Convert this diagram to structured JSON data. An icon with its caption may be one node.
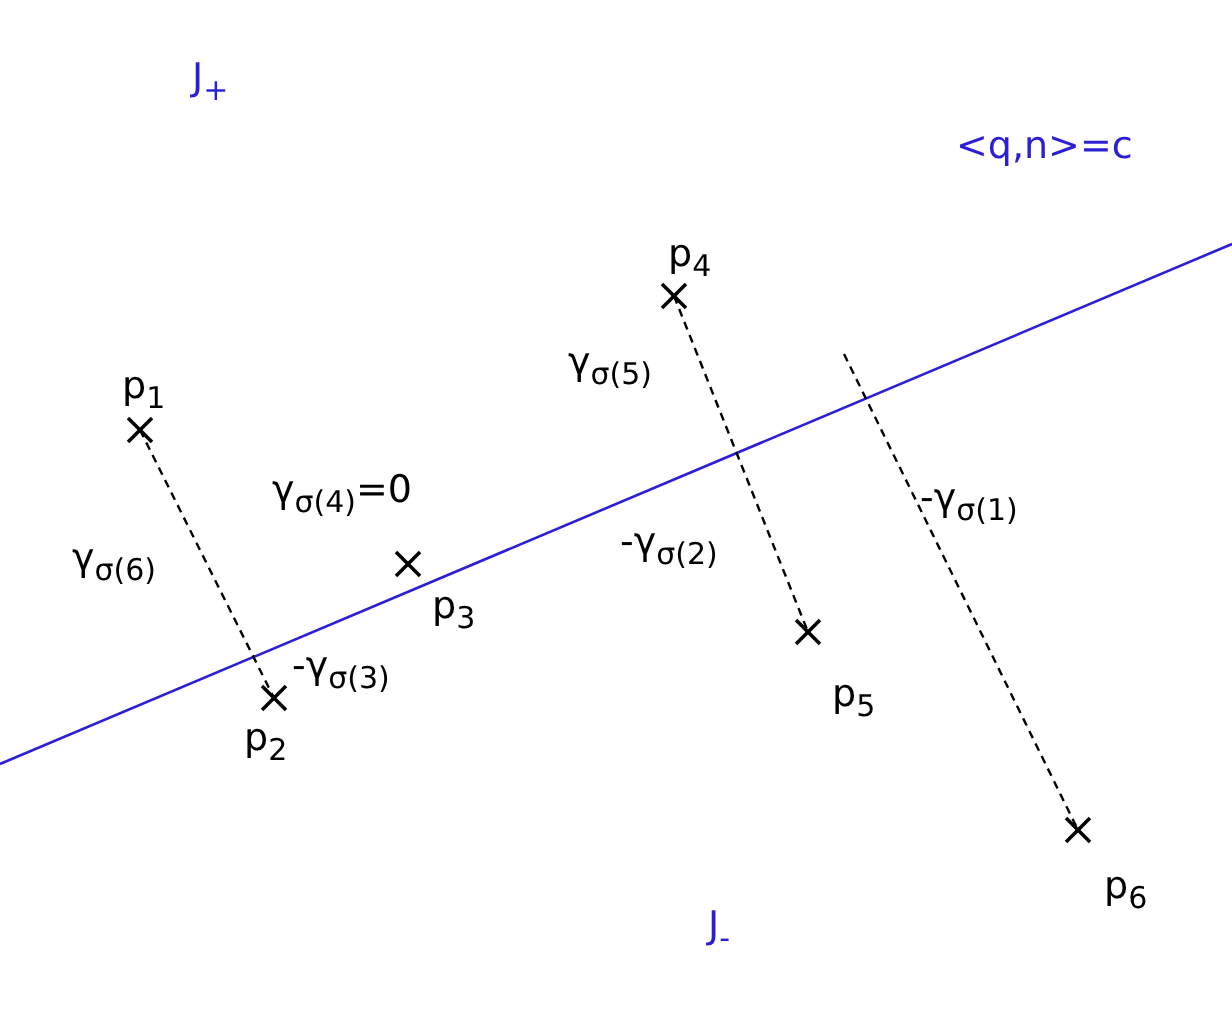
{
  "diagram": {
    "labels": [
      "J$_{+}$",
      "<q,n>=c",
      "p$_{4}$",
      "p$_{1}$",
      "γ$_{σ(5)}$",
      "γ$_{σ(4)}$=0",
      "-γ$_{σ(1)}$",
      "γ$_{σ(6)}$",
      "-γ$_{σ(2)}$",
      "p$_{3}$",
      "-γ$_{σ(3)}$",
      "p$_{5}$",
      "p$_{2}$",
      "p$_{6}$",
      "J$_{-}$"
    ]
  }
}
